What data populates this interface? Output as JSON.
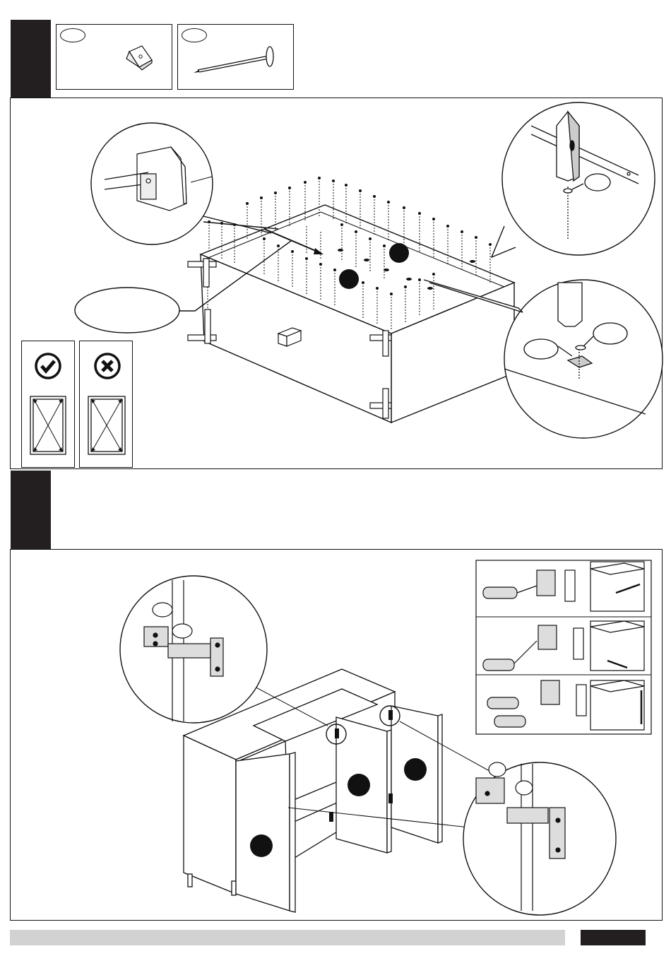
{
  "document": {
    "type": "furniture-assembly-instructions",
    "steps": [
      {
        "part_icons": [
          {
            "name": "back-panel-clip",
            "label": ""
          },
          {
            "name": "nail",
            "label": ""
          }
        ],
        "callouts": [
          "",
          "",
          "",
          ""
        ],
        "placement_check": {
          "correct_icon": "check-circle-icon",
          "wrong_icon": "cross-circle-icon"
        }
      },
      {
        "title": "",
        "adjustment_panels": [
          "horizontal",
          "depth",
          "vertical"
        ],
        "callouts": [
          "",
          "",
          "",
          ""
        ]
      }
    ],
    "colors": {
      "ink": "#111111",
      "tab": "#231f20",
      "footer_bar": "#d2d2d2"
    },
    "footer": {
      "page_number": ""
    }
  }
}
